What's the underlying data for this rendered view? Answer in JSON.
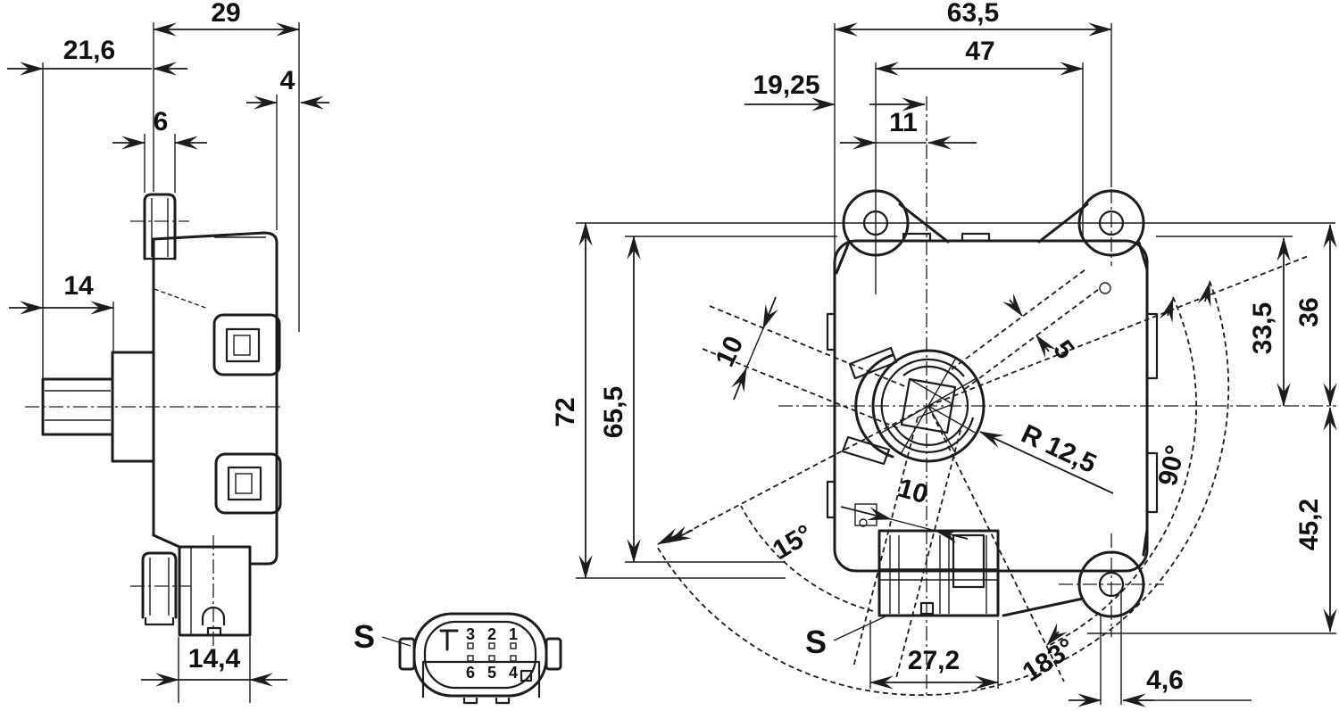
{
  "colors": {
    "ink": "#1c1c1c",
    "background": "#ffffff"
  },
  "side_view": {
    "dims": {
      "overall_depth": "29",
      "shaft_to_flange": "21,6",
      "clip_depth": "4",
      "bracket_width": "6",
      "shaft_length": "14",
      "shroud_width": "14,4"
    },
    "section_label": "S"
  },
  "front_view": {
    "dims": {
      "overall_width": "63,5",
      "upper_span": "47",
      "edge_to_axis": "19,25",
      "hole_to_axis": "11",
      "overall_height": "72",
      "body_height": "65,5",
      "axis_to_top": "33,5",
      "axis_to_ref": "36",
      "axis_to_bottom": "45,2",
      "shroud_width": "27,2",
      "hole_offset": "4,6",
      "slot_upper": "10",
      "slot_lower": "10",
      "key_width": "5",
      "boss_radius": "R 12,5",
      "angle_swing": "90°",
      "angle_pre": "15°",
      "angle_total": "183°"
    },
    "section_label": "S"
  },
  "connector": {
    "label": "S",
    "pins_top": [
      "3",
      "2",
      "1"
    ],
    "pins_bottom": [
      "6",
      "5",
      "4"
    ]
  }
}
